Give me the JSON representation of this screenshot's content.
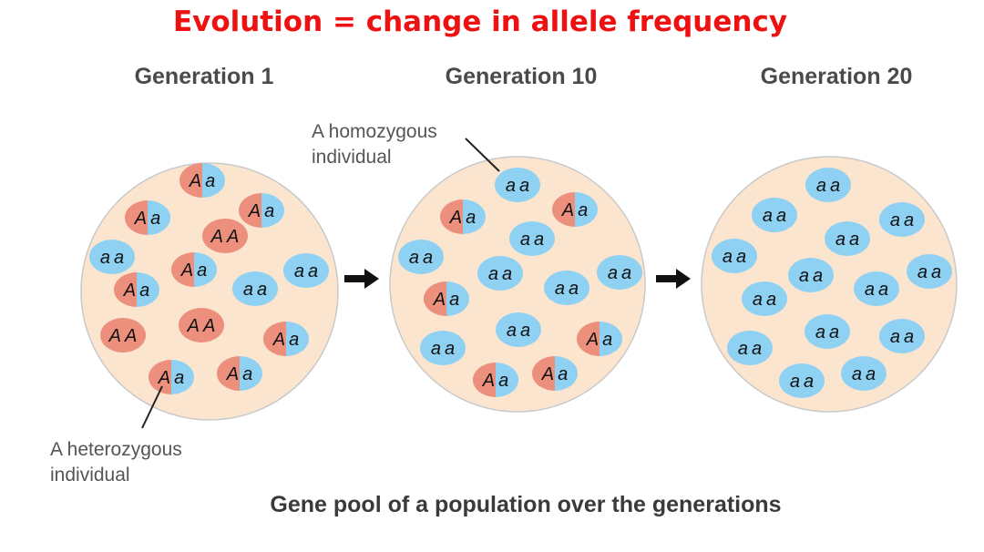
{
  "title": "Evolution = change in allele frequency",
  "caption": "Gene pool of a population over the generations",
  "colors": {
    "title": "#ee1111",
    "pool_fill": "#fbe5cf",
    "pool_stroke": "#c9c9c9",
    "dominant_allele": "#ec8f7c",
    "recessive_allele": "#8fd1f3",
    "arrow": "#111111"
  },
  "generations": [
    {
      "label": "Generation 1",
      "individuals": [
        {
          "alleles": "Aa"
        },
        {
          "alleles": "Aa"
        },
        {
          "alleles": "Aa"
        },
        {
          "alleles": "AA"
        },
        {
          "alleles": "aa"
        },
        {
          "alleles": "Aa"
        },
        {
          "alleles": "aa"
        },
        {
          "alleles": "Aa"
        },
        {
          "alleles": "aa"
        },
        {
          "alleles": "AA"
        },
        {
          "alleles": "AA"
        },
        {
          "alleles": "Aa"
        },
        {
          "alleles": "Aa"
        },
        {
          "alleles": "Aa"
        }
      ]
    },
    {
      "label": "Generation 10",
      "individuals": [
        {
          "alleles": "aa"
        },
        {
          "alleles": "Aa"
        },
        {
          "alleles": "Aa"
        },
        {
          "alleles": "aa"
        },
        {
          "alleles": "aa"
        },
        {
          "alleles": "aa"
        },
        {
          "alleles": "aa"
        },
        {
          "alleles": "Aa"
        },
        {
          "alleles": "aa"
        },
        {
          "alleles": "aa"
        },
        {
          "alleles": "aa"
        },
        {
          "alleles": "Aa"
        },
        {
          "alleles": "Aa"
        },
        {
          "alleles": "Aa"
        }
      ]
    },
    {
      "label": "Generation 20",
      "individuals": [
        {
          "alleles": "aa"
        },
        {
          "alleles": "aa"
        },
        {
          "alleles": "aa"
        },
        {
          "alleles": "aa"
        },
        {
          "alleles": "aa"
        },
        {
          "alleles": "aa"
        },
        {
          "alleles": "aa"
        },
        {
          "alleles": "aa"
        },
        {
          "alleles": "aa"
        },
        {
          "alleles": "aa"
        },
        {
          "alleles": "aa"
        },
        {
          "alleles": "aa"
        },
        {
          "alleles": "aa"
        },
        {
          "alleles": "aa"
        }
      ]
    }
  ],
  "callouts": {
    "homozygous": "A homozygous individual",
    "heterozygous": "A heterozygous individual"
  }
}
